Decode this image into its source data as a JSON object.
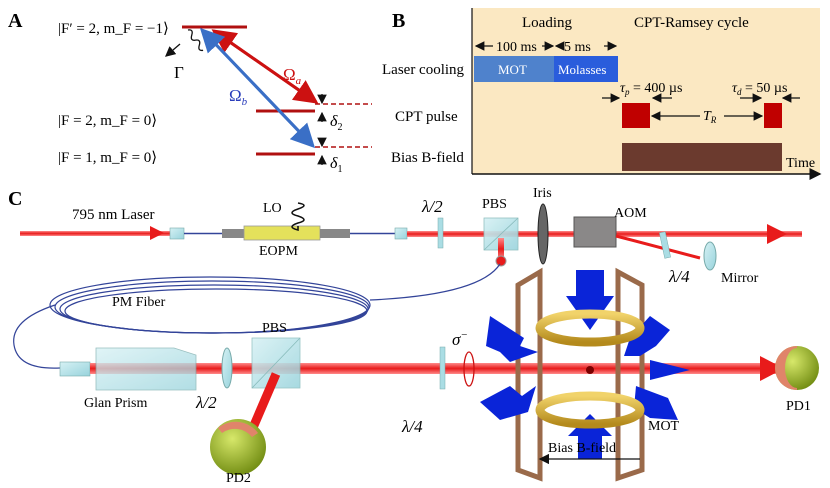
{
  "panels": {
    "a": "A",
    "b": "B",
    "c": "C"
  },
  "panel_a": {
    "level_excited": "|F′ = 2, m_F = −1⟩",
    "level_f2": "|F = 2, m_F = 0⟩",
    "level_f1": "|F = 1, m_F = 0⟩",
    "gamma": "Γ",
    "omega_a": "Ω",
    "omega_a_sub": "a",
    "omega_b": "Ω",
    "omega_b_sub": "b",
    "delta2": "δ",
    "delta2_sub": "2",
    "delta1": "δ",
    "delta1_sub": "1",
    "colors": {
      "omega_a": "#cc1111",
      "omega_b": "#3a6fc6",
      "level": "#b01010"
    }
  },
  "panel_b": {
    "loading": "Loading",
    "cpt_cycle": "CPT-Ramsey cycle",
    "t100": "100 ms",
    "t5": "5 ms",
    "row_cooling": "Laser cooling",
    "row_cpt": "CPT pulse",
    "row_bias": "Bias B-field",
    "mot": "MOT",
    "molasses": "Molasses",
    "tau_p": "τ",
    "tau_p_sub": "p",
    "tau_p_val": " = 400 µs",
    "tau_d": "τ",
    "tau_d_sub": "d",
    "tau_d_val": " = 50 µs",
    "tr": "T",
    "tr_sub": "R",
    "time": "Time",
    "colors": {
      "bg": "#fbe8c2",
      "mot": "#4f82cc",
      "molasses": "#2a5ddc",
      "pulse": "#c00000",
      "bias": "#6b3a2e"
    }
  },
  "panel_c": {
    "laser": "795 nm Laser",
    "lo": "LO",
    "eopm": "EOPM",
    "half_wave_1": "λ/2",
    "pbs_1": "PBS",
    "iris": "Iris",
    "aom": "AOM",
    "quarter_wave_1": "λ/4",
    "mirror": "Mirror",
    "pm_fiber": "PM Fiber",
    "pbs_2": "PBS",
    "glan": "Glan Prism",
    "half_wave_2": "λ/2",
    "pd2": "PD2",
    "sigma": "σ",
    "sigma_sup": "−",
    "quarter_wave_2": "λ/4",
    "mot": "MOT",
    "bias": "Bias B-field",
    "pd1": "PD1"
  }
}
